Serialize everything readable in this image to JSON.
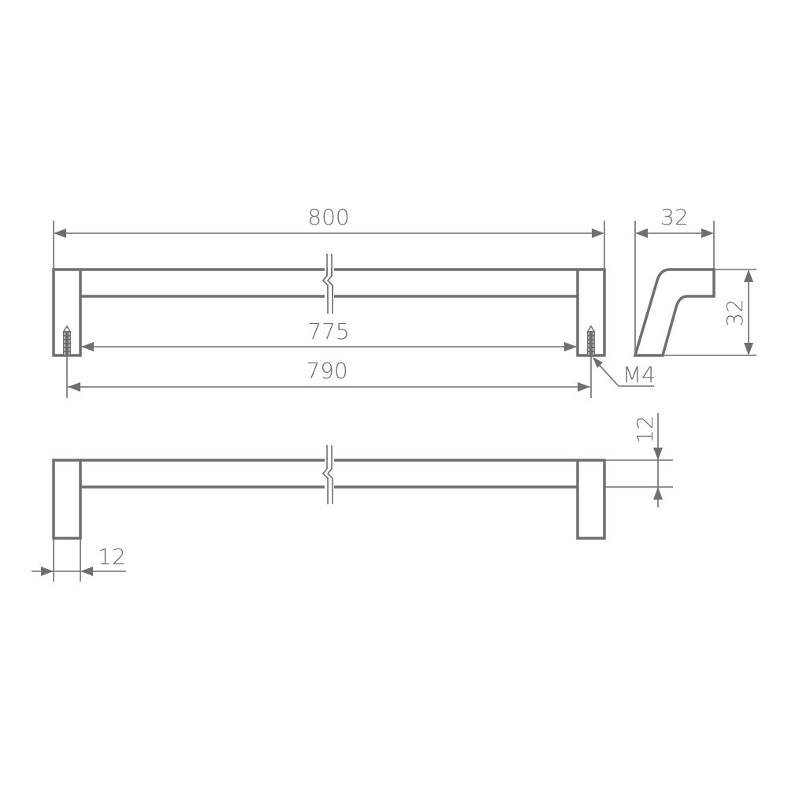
{
  "drawing": {
    "colors": {
      "line": "#6f6f6f",
      "background": "#ffffff"
    },
    "front_view": {
      "dimensions": {
        "overall_length": "800",
        "inner_length": "775",
        "hole_center_distance": "790",
        "thread": "M4"
      }
    },
    "side_view": {
      "dimensions": {
        "depth": "32",
        "height": "32"
      }
    },
    "top_view": {
      "dimensions": {
        "leg_width": "12",
        "bar_thickness": "12"
      }
    }
  }
}
